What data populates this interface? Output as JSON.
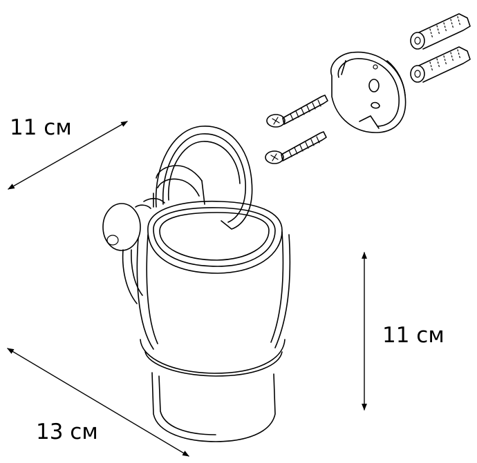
{
  "dimensions": {
    "depth": "11 см",
    "height": "11 см",
    "width": "13 см"
  },
  "colors": {
    "line": "#000000",
    "background": "#ffffff"
  },
  "parts": [
    "cup-holder",
    "tumbler",
    "wall-mount-plate",
    "screw",
    "screw",
    "wall-plug",
    "wall-plug"
  ]
}
